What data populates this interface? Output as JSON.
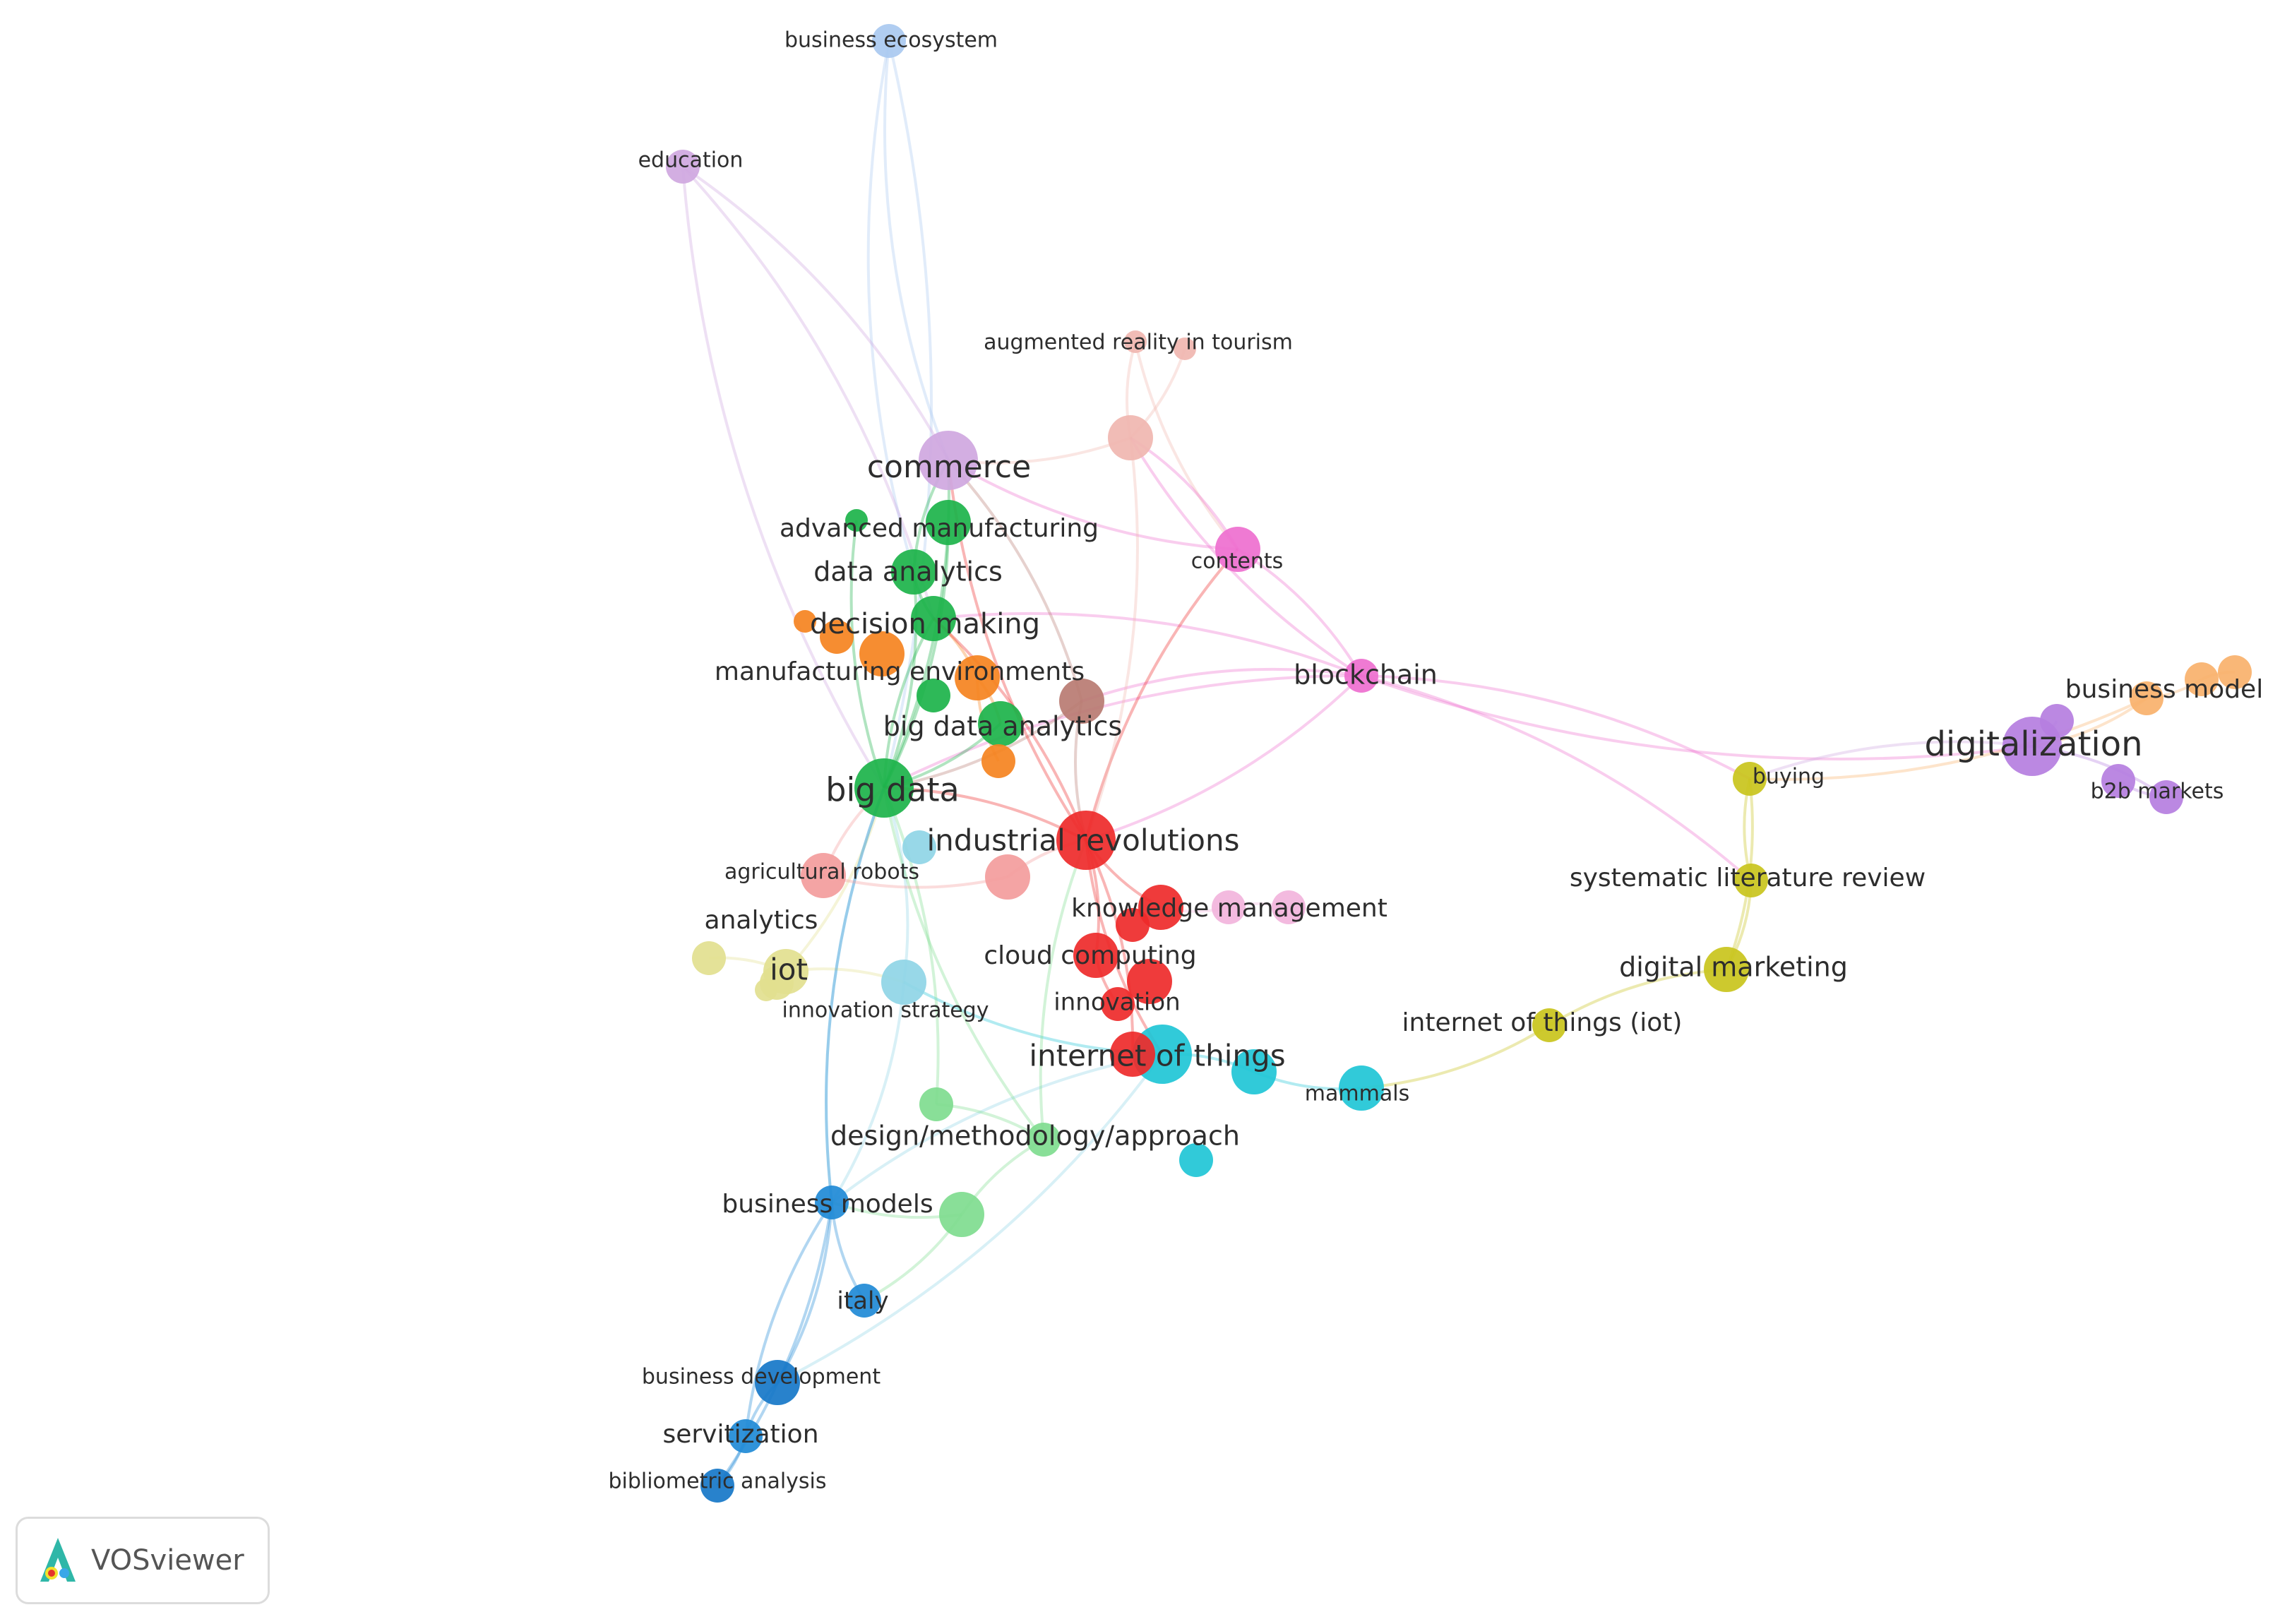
{
  "app": {
    "name": "VOSviewer"
  },
  "clusters": {
    "red": "#ee2a2a",
    "green": "#1cb34a",
    "blue": "#1f8ad6",
    "yellow": "#c9c41c",
    "purple": "#b57ee0",
    "lightblue": "#a9c9f0",
    "orange": "#f5831f",
    "brown": "#b87b72",
    "pink": "#ee6fcf",
    "lightpurple": "#cfa7e0",
    "cyan": "#1fc6d6",
    "lightred": "#f39c9c",
    "lightgreen": "#7fdc8f",
    "lightpink": "#f2b4dc",
    "paleyellow": "#e2e08f",
    "lightcyan": "#8fd5e6",
    "palepink": "#f0b6b0",
    "darkblue": "#1677c8",
    "lightorange": "#f9b16b"
  },
  "nodes": [
    {
      "id": "business-ecosystem",
      "label": "business ecosystem",
      "cluster": "lightblue",
      "weight": 2
    },
    {
      "id": "education",
      "label": "education",
      "cluster": "lightpurple",
      "weight": 2
    },
    {
      "id": "augmented-reality",
      "label": "augmented reality in tourism",
      "cluster": "palepink",
      "weight": 1
    },
    {
      "id": "ar2",
      "label": "",
      "cluster": "palepink",
      "weight": 1
    },
    {
      "id": "tourism-hub",
      "label": "",
      "cluster": "palepink",
      "weight": 3
    },
    {
      "id": "commerce",
      "label": "commerce",
      "cluster": "lightpurple",
      "weight": 4
    },
    {
      "id": "advanced-manufacturing",
      "label": "advanced manufacturing",
      "cluster": "green",
      "weight": 1
    },
    {
      "id": "am2",
      "label": "",
      "cluster": "green",
      "weight": 3
    },
    {
      "id": "data-analytics",
      "label": "data analytics",
      "cluster": "green",
      "weight": 3
    },
    {
      "id": "contents",
      "label": "contents",
      "cluster": "pink",
      "weight": 3
    },
    {
      "id": "decision-making",
      "label": "decision making",
      "cluster": "green",
      "weight": 3
    },
    {
      "id": "orange1",
      "label": "",
      "cluster": "orange",
      "weight": 1
    },
    {
      "id": "orange2",
      "label": "",
      "cluster": "orange",
      "weight": 2
    },
    {
      "id": "orange3",
      "label": "",
      "cluster": "orange",
      "weight": 3
    },
    {
      "id": "manufacturing-environments",
      "label": "manufacturing environments",
      "cluster": "orange",
      "weight": 3
    },
    {
      "id": "green-small",
      "label": "",
      "cluster": "green",
      "weight": 2
    },
    {
      "id": "brown-hub",
      "label": "",
      "cluster": "brown",
      "weight": 3
    },
    {
      "id": "blockchain",
      "label": "blockchain",
      "cluster": "pink",
      "weight": 2
    },
    {
      "id": "big-data-analytics",
      "label": "big data analytics",
      "cluster": "green",
      "weight": 3
    },
    {
      "id": "orange4",
      "label": "",
      "cluster": "orange",
      "weight": 2
    },
    {
      "id": "big-data",
      "label": "big data",
      "cluster": "green",
      "weight": 4
    },
    {
      "id": "industrial-revolutions",
      "label": "industrial revolutions",
      "cluster": "red",
      "weight": 4
    },
    {
      "id": "lightblue2",
      "label": "",
      "cluster": "lightcyan",
      "weight": 2
    },
    {
      "id": "agricultural-robots",
      "label": "agricultural robots",
      "cluster": "lightred",
      "weight": 3
    },
    {
      "id": "lightred2",
      "label": "",
      "cluster": "lightred",
      "weight": 3
    },
    {
      "id": "knowledge-management",
      "label": "knowledge management",
      "cluster": "red",
      "weight": 3
    },
    {
      "id": "km-pink1",
      "label": "",
      "cluster": "lightpink",
      "weight": 2
    },
    {
      "id": "km-pink2",
      "label": "",
      "cluster": "lightpink",
      "weight": 2
    },
    {
      "id": "red2",
      "label": "",
      "cluster": "red",
      "weight": 2
    },
    {
      "id": "analytics",
      "label": "analytics",
      "cluster": "paleyellow",
      "weight": 2
    },
    {
      "id": "iot",
      "label": "iot",
      "cluster": "paleyellow",
      "weight": 3
    },
    {
      "id": "paleyellow3",
      "label": "",
      "cluster": "paleyellow",
      "weight": 2
    },
    {
      "id": "paleyellow4",
      "label": "",
      "cluster": "paleyellow",
      "weight": 1
    },
    {
      "id": "cloud-computing",
      "label": "cloud computing",
      "cluster": "red",
      "weight": 3
    },
    {
      "id": "red3",
      "label": "",
      "cluster": "red",
      "weight": 3
    },
    {
      "id": "innovation-strategy",
      "label": "innovation strategy",
      "cluster": "lightcyan",
      "weight": 3
    },
    {
      "id": "innovation",
      "label": "innovation",
      "cluster": "red",
      "weight": 2
    },
    {
      "id": "internet-of-things",
      "label": "internet of things",
      "cluster": "cyan",
      "weight": 4
    },
    {
      "id": "red4",
      "label": "",
      "cluster": "red",
      "weight": 3
    },
    {
      "id": "cyan2",
      "label": "",
      "cluster": "cyan",
      "weight": 3
    },
    {
      "id": "mammals",
      "label": "mammals",
      "cluster": "cyan",
      "weight": 3
    },
    {
      "id": "cyan3",
      "label": "",
      "cluster": "cyan",
      "weight": 2
    },
    {
      "id": "lightgreen1",
      "label": "",
      "cluster": "lightgreen",
      "weight": 2
    },
    {
      "id": "design-methodology",
      "label": "design/methodology/approach",
      "cluster": "lightgreen",
      "weight": 2
    },
    {
      "id": "lightgreen3",
      "label": "",
      "cluster": "lightgreen",
      "weight": 3
    },
    {
      "id": "business-models",
      "label": "business models",
      "cluster": "blue",
      "weight": 2
    },
    {
      "id": "italy",
      "label": "italy",
      "cluster": "blue",
      "weight": 2
    },
    {
      "id": "business-development",
      "label": "business development",
      "cluster": "darkblue",
      "weight": 3
    },
    {
      "id": "servitization",
      "label": "servitization",
      "cluster": "blue",
      "weight": 2
    },
    {
      "id": "bibliometric-analysis",
      "label": "bibliometric analysis",
      "cluster": "darkblue",
      "weight": 2
    },
    {
      "id": "buying",
      "label": "buying",
      "cluster": "yellow",
      "weight": 2
    },
    {
      "id": "systematic-literature-review",
      "label": "systematic literature review",
      "cluster": "yellow",
      "weight": 2
    },
    {
      "id": "digital-marketing",
      "label": "digital marketing",
      "cluster": "yellow",
      "weight": 3
    },
    {
      "id": "internet-of-things-iot",
      "label": "internet of things (iot)",
      "cluster": "yellow",
      "weight": 2
    },
    {
      "id": "digitalization",
      "label": "digitalization",
      "cluster": "purple",
      "weight": 4
    },
    {
      "id": "dig2",
      "label": "",
      "cluster": "purple",
      "weight": 2
    },
    {
      "id": "b2b-markets",
      "label": "b2b markets",
      "cluster": "purple",
      "weight": 2
    },
    {
      "id": "b2b2",
      "label": "",
      "cluster": "purple",
      "weight": 2
    },
    {
      "id": "business-model",
      "label": "business model",
      "cluster": "lightorange",
      "weight": 2
    },
    {
      "id": "bm2",
      "label": "",
      "cluster": "lightorange",
      "weight": 2
    },
    {
      "id": "bm3",
      "label": "",
      "cluster": "lightorange",
      "weight": 2
    }
  ],
  "edges": [
    [
      "business-ecosystem",
      "commerce",
      "lightblue"
    ],
    [
      "business-ecosystem",
      "big-data",
      "lightblue"
    ],
    [
      "business-ecosystem",
      "data-analytics",
      "lightblue"
    ],
    [
      "education",
      "commerce",
      "lightpurple"
    ],
    [
      "education",
      "big-data",
      "lightpurple"
    ],
    [
      "education",
      "decision-making",
      "lightpurple"
    ],
    [
      "augmented-reality",
      "tourism-hub",
      "palepink"
    ],
    [
      "ar2",
      "tourism-hub",
      "palepink"
    ],
    [
      "augmented-reality",
      "contents",
      "palepink"
    ],
    [
      "tourism-hub",
      "commerce",
      "palepink"
    ],
    [
      "tourism-hub",
      "blockchain",
      "pink"
    ],
    [
      "tourism-hub",
      "contents",
      "pink"
    ],
    [
      "commerce",
      "contents",
      "pink"
    ],
    [
      "commerce",
      "big-data",
      "green"
    ],
    [
      "commerce",
      "data-analytics",
      "green"
    ],
    [
      "contents",
      "blockchain",
      "pink"
    ],
    [
      "blockchain",
      "big-data",
      "pink"
    ],
    [
      "blockchain",
      "industrial-revolutions",
      "pink"
    ],
    [
      "blockchain",
      "brown-hub",
      "pink"
    ],
    [
      "blockchain",
      "buying",
      "pink"
    ],
    [
      "blockchain",
      "digitalization",
      "pink"
    ],
    [
      "blockchain",
      "systematic-literature-review",
      "pink"
    ],
    [
      "blockchain",
      "decision-making",
      "pink"
    ],
    [
      "buying",
      "digitalization",
      "lightpurple"
    ],
    [
      "buying",
      "systematic-literature-review",
      "yellow"
    ],
    [
      "buying",
      "digital-marketing",
      "yellow"
    ],
    [
      "buying",
      "business-model",
      "lightorange"
    ],
    [
      "systematic-literature-review",
      "digital-marketing",
      "yellow"
    ],
    [
      "digital-marketing",
      "internet-of-things-iot",
      "yellow"
    ],
    [
      "internet-of-things-iot",
      "mammals",
      "yellow"
    ],
    [
      "digitalization",
      "dig2",
      "purple"
    ],
    [
      "digitalization",
      "b2b-markets",
      "purple"
    ],
    [
      "digitalization",
      "business-model",
      "lightorange"
    ],
    [
      "b2b-markets",
      "b2b2",
      "purple"
    ],
    [
      "business-model",
      "bm2",
      "lightorange"
    ],
    [
      "bm2",
      "bm3",
      "lightorange"
    ],
    [
      "big-data",
      "data-analytics",
      "green"
    ],
    [
      "big-data",
      "decision-making",
      "green"
    ],
    [
      "big-data",
      "big-data-analytics",
      "green"
    ],
    [
      "big-data",
      "advanced-manufacturing",
      "green"
    ],
    [
      "big-data",
      "am2",
      "green"
    ],
    [
      "big-data",
      "industrial-revolutions",
      "red"
    ],
    [
      "big-data",
      "agricultural-robots",
      "lightred"
    ],
    [
      "big-data",
      "iot",
      "paleyellow"
    ],
    [
      "big-data",
      "business-models",
      "lightcyan"
    ],
    [
      "big-data",
      "innovation-strategy",
      "lightcyan"
    ],
    [
      "data-analytics",
      "decision-making",
      "green"
    ],
    [
      "decision-making",
      "manufacturing-environments",
      "orange"
    ],
    [
      "manufacturing-environments",
      "orange4",
      "orange"
    ],
    [
      "manufacturing-environments",
      "big-data-analytics",
      "orange"
    ],
    [
      "brown-hub",
      "industrial-revolutions",
      "brown"
    ],
    [
      "brown-hub",
      "big-data",
      "brown"
    ],
    [
      "industrial-revolutions",
      "knowledge-management",
      "red"
    ],
    [
      "industrial-revolutions",
      "cloud-computing",
      "red"
    ],
    [
      "industrial-revolutions",
      "internet-of-things",
      "red"
    ],
    [
      "industrial-revolutions",
      "red4",
      "red"
    ],
    [
      "knowledge-management",
      "km-pink1",
      "lightpink"
    ],
    [
      "km-pink1",
      "km-pink2",
      "lightpink"
    ],
    [
      "cloud-computing",
      "innovation",
      "red"
    ],
    [
      "internet-of-things",
      "cyan2",
      "cyan"
    ],
    [
      "cyan2",
      "mammals",
      "cyan"
    ],
    [
      "internet-of-things",
      "innovation-strategy",
      "cyan"
    ],
    [
      "internet-of-things",
      "business-models",
      "lightcyan"
    ],
    [
      "innovation-strategy",
      "business-models",
      "lightcyan"
    ],
    [
      "innovation-strategy",
      "iot",
      "paleyellow"
    ],
    [
      "analytics",
      "iot",
      "paleyellow"
    ],
    [
      "business-models",
      "italy",
      "blue"
    ],
    [
      "business-models",
      "business-development",
      "blue"
    ],
    [
      "business-models",
      "servitization",
      "blue"
    ],
    [
      "business-models",
      "bibliometric-analysis",
      "blue"
    ],
    [
      "business-models",
      "lightgreen3",
      "lightgreen"
    ],
    [
      "business-models",
      "big-data",
      "blue"
    ],
    [
      "business-development",
      "servitization",
      "blue"
    ],
    [
      "servitization",
      "bibliometric-analysis",
      "blue"
    ],
    [
      "italy",
      "lightgreen3",
      "lightgreen"
    ],
    [
      "lightgreen3",
      "design-methodology",
      "lightgreen"
    ],
    [
      "design-methodology",
      "lightgreen1",
      "lightgreen"
    ],
    [
      "design-methodology",
      "big-data",
      "lightgreen"
    ],
    [
      "lightgreen1",
      "big-data",
      "lightgreen"
    ],
    [
      "design-methodology",
      "industrial-revolutions",
      "lightgreen"
    ],
    [
      "agricultural-robots",
      "lightred2",
      "lightred"
    ],
    [
      "lightred2",
      "industrial-revolutions",
      "lightred"
    ],
    [
      "commerce",
      "industrial-revolutions",
      "red"
    ],
    [
      "commerce",
      "brown-hub",
      "brown"
    ],
    [
      "contents",
      "industrial-revolutions",
      "red"
    ],
    [
      "tourism-hub",
      "industrial-revolutions",
      "palepink"
    ],
    [
      "business-development",
      "internet-of-things",
      "lightcyan"
    ],
    [
      "decision-making",
      "industrial-revolutions",
      "red"
    ]
  ]
}
